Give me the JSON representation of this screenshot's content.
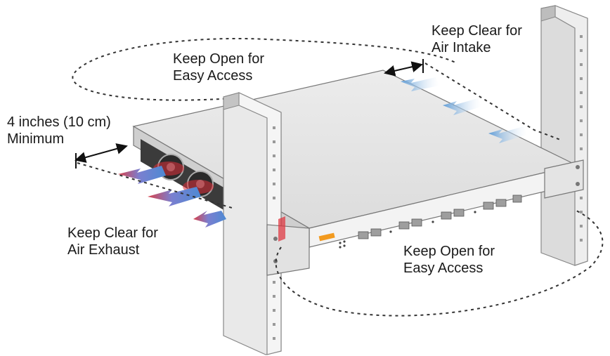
{
  "labels": {
    "open_top": [
      "Keep Open for",
      "Easy Access"
    ],
    "intake": [
      "Keep Clear for",
      "Air Intake"
    ],
    "clearance": [
      "4 inches (10 cm)",
      "Minimum"
    ],
    "exhaust": [
      "Keep Clear for",
      "Air Exhaust"
    ],
    "open_bottom": [
      "Keep Open for",
      "Easy Access"
    ]
  },
  "colors": {
    "chassis_top": "#e4e4e4",
    "chassis_front": "#f2f2f2",
    "chassis_side": "#cdcdcd",
    "rail": "#e9e9e9",
    "rail_shadow": "#c4c4c4",
    "intake_arrow": "#6fa6d8",
    "exhaust_arrow": "#5b8fd0",
    "heat": "#e0303a",
    "brand_logo": "#f29a1f",
    "dashed_line": "#333333"
  },
  "icons": [
    "intake-arrow-icon",
    "exhaust-arrow-icon",
    "fan-icon",
    "dimension-arrow-icon"
  ]
}
